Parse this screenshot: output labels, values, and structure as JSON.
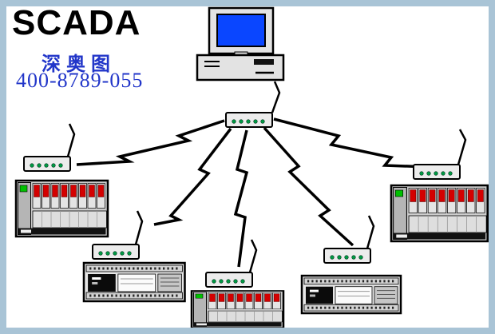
{
  "branding": {
    "title": "SCADA",
    "subtitle": "深奥图",
    "phone": "400-8789-055"
  },
  "colors": {
    "frame": "#a9c4d6",
    "background": "#ffffff",
    "title_text": "#000000",
    "accent_text": "#2236c9",
    "monitor_screen": "#0a46ff",
    "led_green": "#009944",
    "plc_power_led": "#00c000",
    "plc_module_red": "#d40000"
  },
  "diagram": {
    "central": {
      "host": "scada-host-computer",
      "hub_modem": "central-radio-modem"
    },
    "remote_stations": [
      {
        "position": "left",
        "modem": "radio-modem",
        "device": "plc-rack"
      },
      {
        "position": "bottom-left",
        "modem": "radio-modem",
        "device": "plc-controller"
      },
      {
        "position": "bottom-center",
        "modem": "radio-modem",
        "device": "plc-rack"
      },
      {
        "position": "bottom-right",
        "modem": "radio-modem",
        "device": "plc-controller"
      },
      {
        "position": "right",
        "modem": "radio-modem",
        "device": "plc-rack"
      }
    ],
    "link_style": "wireless-lightning-bolt",
    "link_count": 5
  }
}
